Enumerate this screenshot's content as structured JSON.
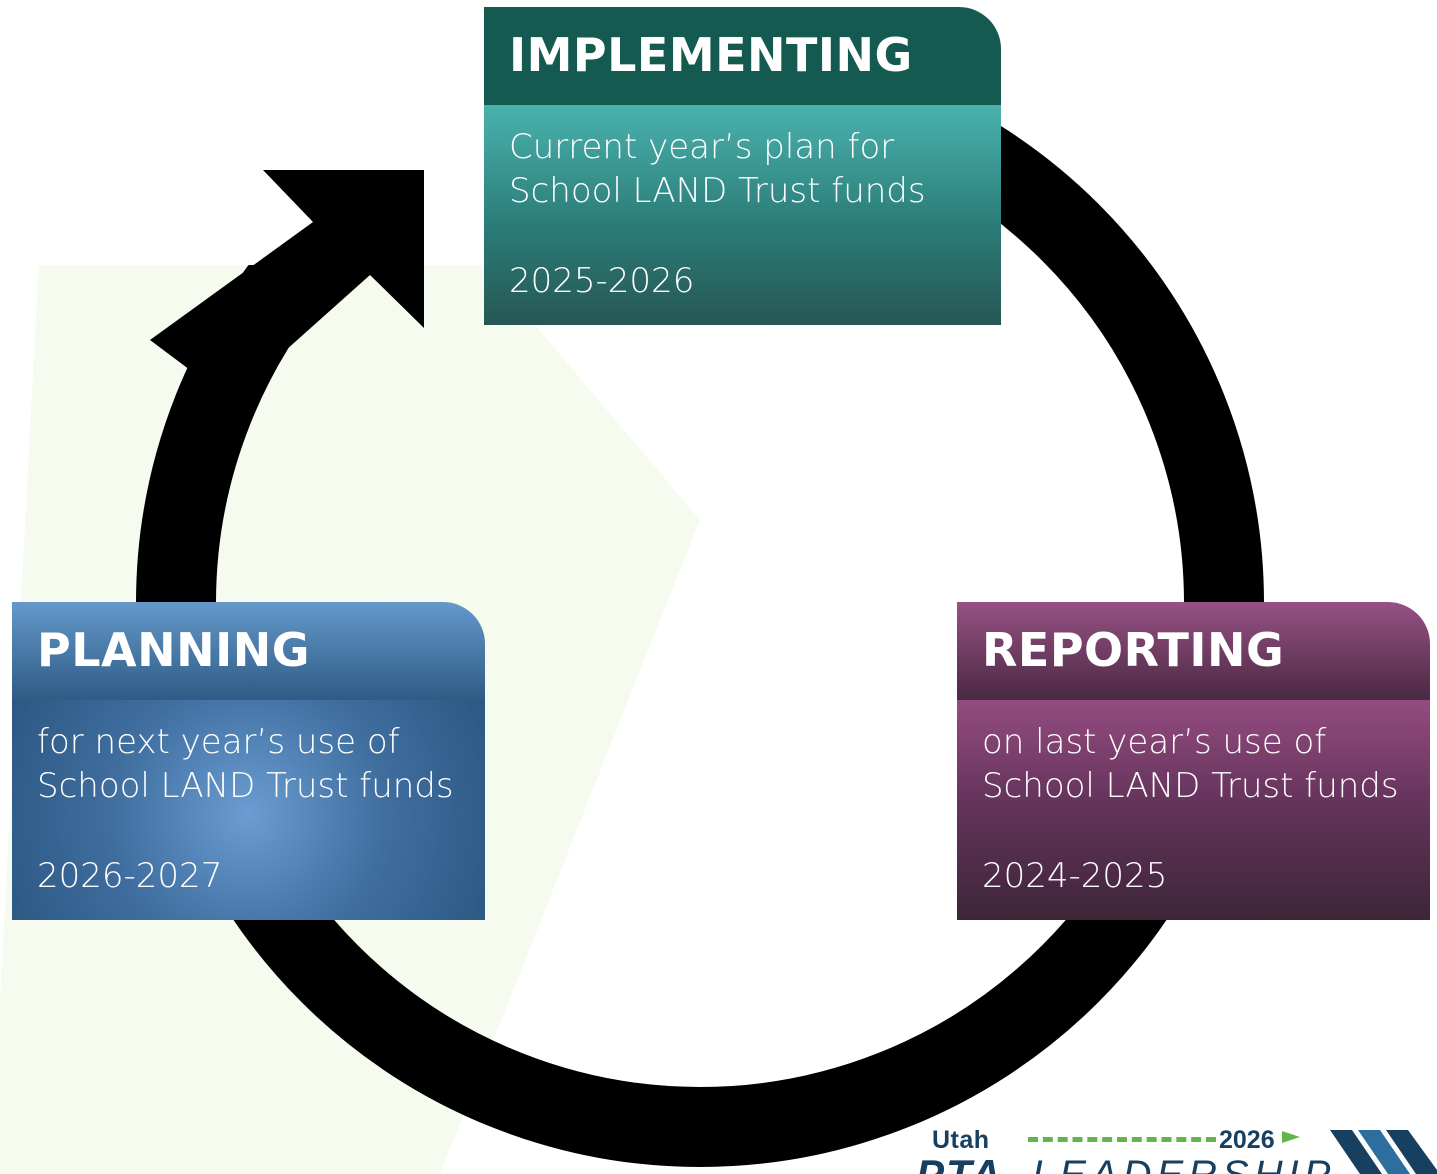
{
  "cards": {
    "implementing": {
      "title": "IMPLEMENTING",
      "line1": "Current year’s plan for",
      "line2": "School LAND Trust funds",
      "year": "2025-2026"
    },
    "planning": {
      "title": "PLANNING",
      "line1": "for next year’s use of",
      "line2": "School LAND Trust funds",
      "year": "2026-2027"
    },
    "reporting": {
      "title": "REPORTING",
      "line1": "on last year’s use of",
      "line2": "School LAND Trust funds",
      "year": "2024-2025"
    }
  },
  "logo": {
    "utah": "Utah",
    "year": "2026",
    "pta": "PTA",
    "leadership": "LEADERSHIP"
  },
  "colors": {
    "implementing_header": "#155a50",
    "implementing_body": "#3a9a96",
    "planning": "#3f6e9f",
    "reporting": "#6b3862",
    "cycle_arrow": "#000000",
    "logo_navy": "#173f5f",
    "logo_green": "#63b54a"
  },
  "icons": {
    "cycle": "circular-arrow-icon",
    "arrowhead": "arrowhead-icon"
  }
}
